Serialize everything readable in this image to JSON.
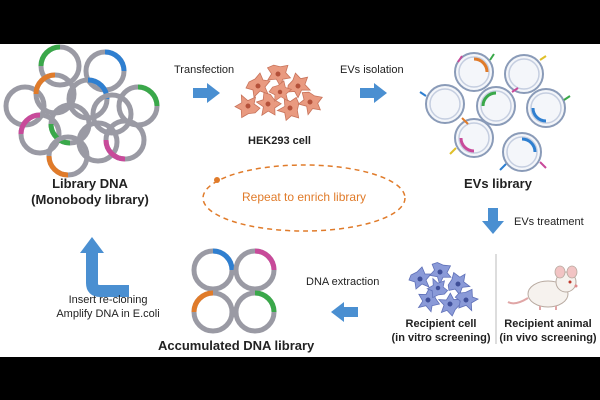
{
  "steps": {
    "library_dna_title": "Library DNA",
    "library_dna_sub": "(Monobody library)",
    "transfection": "Transfection",
    "hek_cell": "HEK293 cell",
    "evs_isolation": "EVs isolation",
    "evs_library": "EVs library",
    "evs_treatment": "EVs treatment",
    "recipient_cell_title": "Recipient cell",
    "recipient_cell_sub": "(in vitro screening)",
    "recipient_animal_title": "Recipient animal",
    "recipient_animal_sub": "(in vivo screening)",
    "dna_extraction": "DNA extraction",
    "accumulated": "Accumulated DNA library",
    "insert_1": "Insert re-cloning",
    "insert_2": "Amplify DNA in E.coli",
    "repeat": "Repeat to enrich library"
  },
  "colors": {
    "arrow": "#4a8fd1",
    "repeat": "#e07b2a",
    "plasmid": "#9a9aa4",
    "seg_orange": "#e07b2a",
    "seg_green": "#3aa84a",
    "seg_blue": "#2f7fd0",
    "seg_pink": "#c84a9a",
    "hek": "#e99a80",
    "recipient": "#8a9ad8"
  },
  "icons": [
    "plasmid-icon",
    "hek-cell-icon",
    "vesicle-icon",
    "recipient-cell-icon",
    "mouse-icon",
    "arrow-icon",
    "cycle-arrow-icon"
  ]
}
